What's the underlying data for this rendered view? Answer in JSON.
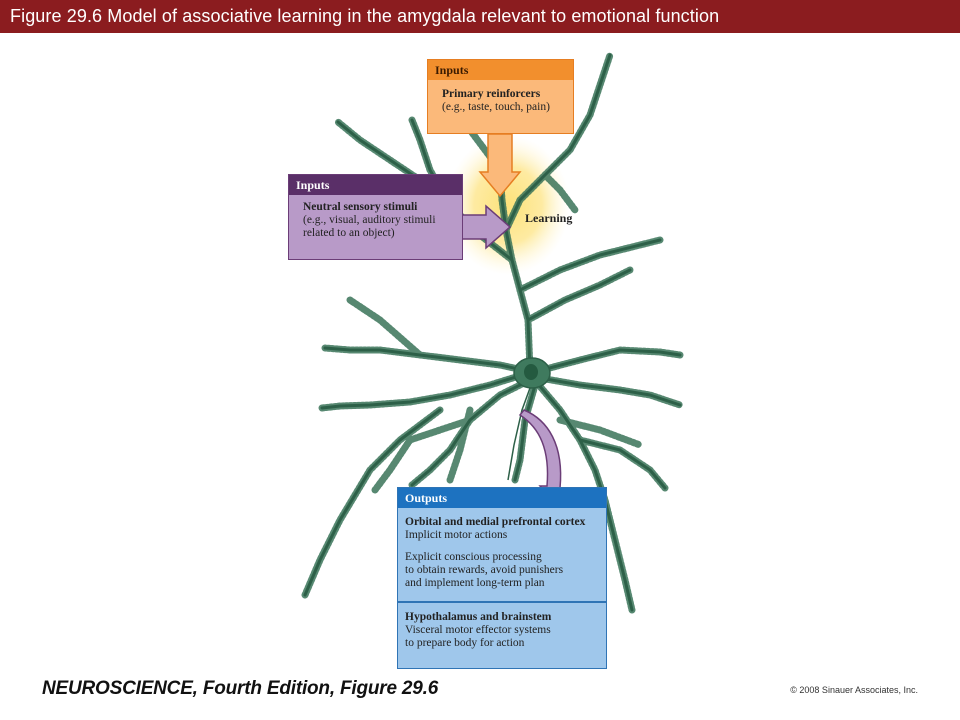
{
  "title": "Figure 29.6  Model of associative learning in the amygdala relevant to emotional function",
  "inputs_reinforcers": {
    "header": "Inputs",
    "heading": "Primary reinforcers",
    "detail": "(e.g., taste, touch, pain)"
  },
  "inputs_neutral": {
    "header": "Inputs",
    "heading": "Neutral sensory stimuli",
    "detail_line1": "(e.g., visual, auditory stimuli",
    "detail_line2": "related to an object)"
  },
  "learning_label": "Learning",
  "outputs": {
    "header": "Outputs",
    "section1": {
      "heading": "Orbital and medial prefrontal cortex",
      "line1": "Implicit motor actions",
      "line2": "Explicit conscious processing",
      "line3": "to obtain rewards, avoid punishers",
      "line4": "and implement long-term plan"
    },
    "section2": {
      "heading": "Hypothalamus and brainstem",
      "line1": "Visceral motor effector systems",
      "line2": "to prepare body for action"
    }
  },
  "footer": {
    "book": "NEUROSCIENCE, Fourth Edition, Figure 29.6",
    "copyright": "© 2008 Sinauer Associates, Inc."
  },
  "colors": {
    "title_bar": "#8b1c1f",
    "neuron": "#3f7a5e",
    "reinforcer_box": "#fbb97a",
    "neutral_box": "#b89ac8",
    "outputs_box": "#9fc7eb",
    "glow": "#fde27a"
  }
}
